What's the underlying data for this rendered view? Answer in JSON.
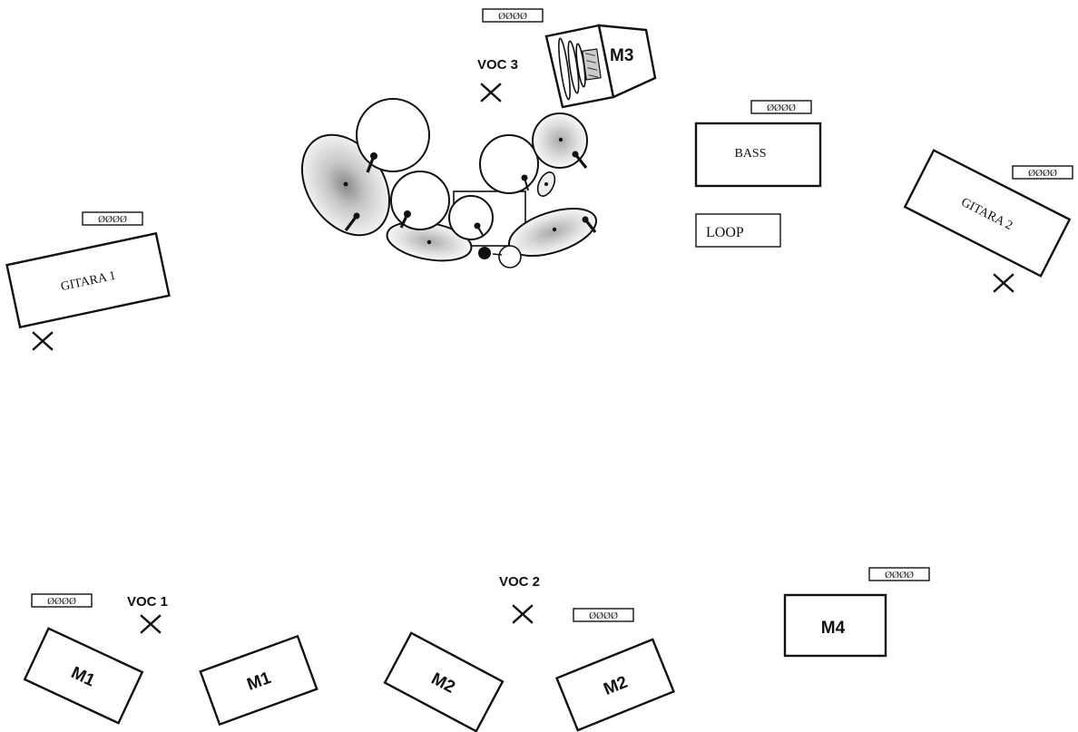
{
  "stage_plan": {
    "outlets_label": "ØØØØ",
    "guitar_1": {
      "amp_label": "GITARA 1"
    },
    "guitar_2": {
      "amp_label": "GITARA 2"
    },
    "bass": {
      "amp_label": "BASS"
    },
    "loop": {
      "label": "LOOP"
    },
    "vocals": [
      {
        "label": "VOC 1"
      },
      {
        "label": "VOC 2"
      },
      {
        "label": "VOC 3"
      }
    ],
    "monitors": [
      {
        "label": "M1"
      },
      {
        "label": "M1"
      },
      {
        "label": "M2"
      },
      {
        "label": "M2"
      },
      {
        "label": "M3"
      },
      {
        "label": "M4"
      }
    ]
  }
}
